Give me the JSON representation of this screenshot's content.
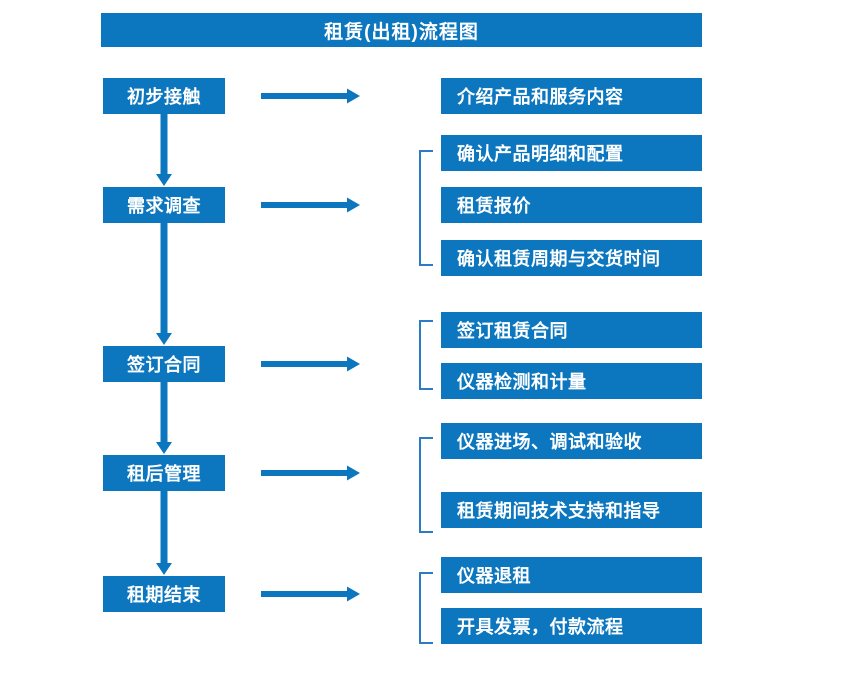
{
  "chart_data": {
    "type": "diagram",
    "title": "租赁(出租)流程图",
    "diagram_kind": "flowchart",
    "orientation": "vertical-with-side-details",
    "accent_color": "#0c76be",
    "bracket_color": "#2b7cc4",
    "text_color": "#ffffff",
    "background": "#ffffff",
    "stages": [
      {
        "label": "初步接触",
        "details": [
          "介绍产品和服务内容"
        ],
        "bracketed": false
      },
      {
        "label": "需求调查",
        "details": [
          "确认产品明细和配置",
          "租赁报价",
          "确认租赁周期与交货时间"
        ],
        "bracketed": true
      },
      {
        "label": "签订合同",
        "details": [
          "签订租赁合同",
          "仪器检测和计量"
        ],
        "bracketed": true
      },
      {
        "label": "租后管理",
        "details": [
          "仪器进场、调试和验收",
          "租赁期间技术支持和指导"
        ],
        "bracketed": true
      },
      {
        "label": "租期结束",
        "details": [
          "仪器退租",
          "开具发票，付款流程"
        ],
        "bracketed": true
      }
    ]
  },
  "title": {
    "text": "租赁(出租)流程图"
  },
  "stages": [
    {
      "label": "初步接触"
    },
    {
      "label": "需求调查"
    },
    {
      "label": "签订合同"
    },
    {
      "label": "租后管理"
    },
    {
      "label": "租期结束"
    }
  ],
  "details": [
    {
      "label": "介绍产品和服务内容"
    },
    {
      "label": "确认产品明细和配置"
    },
    {
      "label": "租赁报价"
    },
    {
      "label": "确认租赁周期与交货时间"
    },
    {
      "label": "签订租赁合同"
    },
    {
      "label": "仪器检测和计量"
    },
    {
      "label": "仪器进场、调试和验收"
    },
    {
      "label": "租赁期间技术支持和指导"
    },
    {
      "label": "仪器退租"
    },
    {
      "label": "开具发票，付款流程"
    }
  ]
}
